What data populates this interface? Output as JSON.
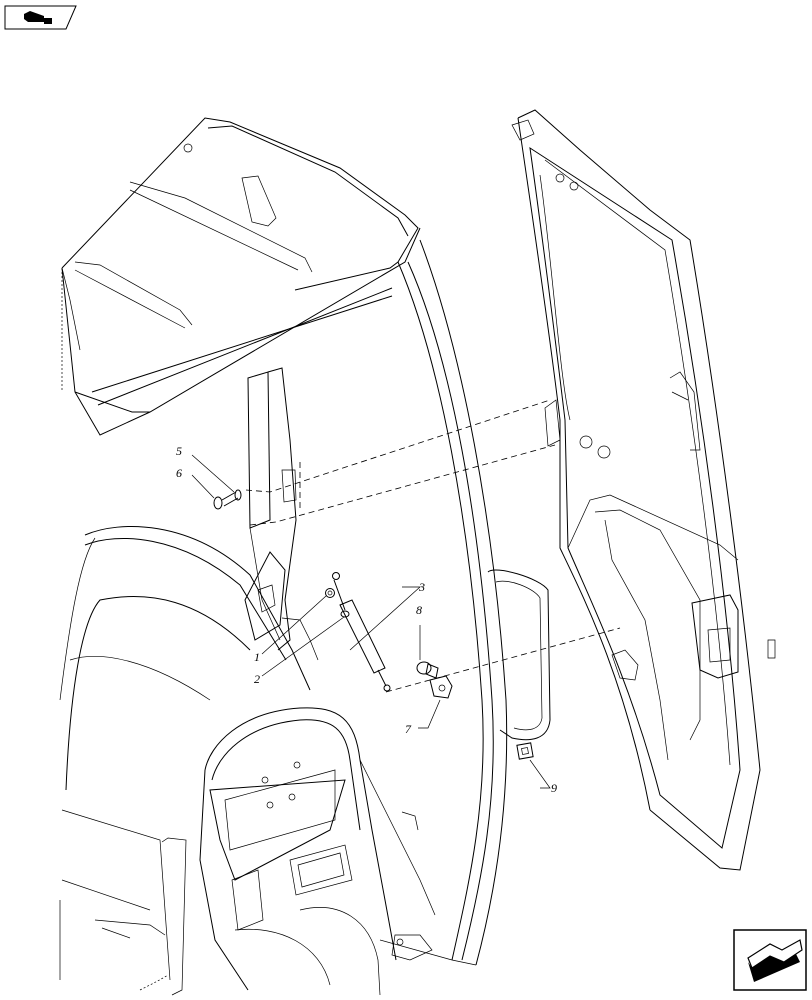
{
  "diagram": {
    "header_icon": "binder-tab-icon",
    "nav_icon": "view-direction-arrow-icon",
    "callouts": [
      {
        "id": "5",
        "text": "5"
      },
      {
        "id": "6",
        "text": "6"
      },
      {
        "id": "3",
        "text": "3"
      },
      {
        "id": "8",
        "text": "8"
      },
      {
        "id": "1",
        "text": "1"
      },
      {
        "id": "2",
        "text": "2"
      },
      {
        "id": "7",
        "text": "7"
      },
      {
        "id": "9",
        "text": "9"
      }
    ],
    "parts": [
      {
        "name": "cab-roof-frame"
      },
      {
        "name": "cab-pillar-frame"
      },
      {
        "name": "cab-door-assembly"
      },
      {
        "name": "gas-strut"
      },
      {
        "name": "mounting-bracket"
      },
      {
        "name": "rear-fender"
      },
      {
        "name": "seat-back"
      }
    ]
  },
  "colors": {
    "line": "#000000",
    "background": "#ffffff"
  }
}
